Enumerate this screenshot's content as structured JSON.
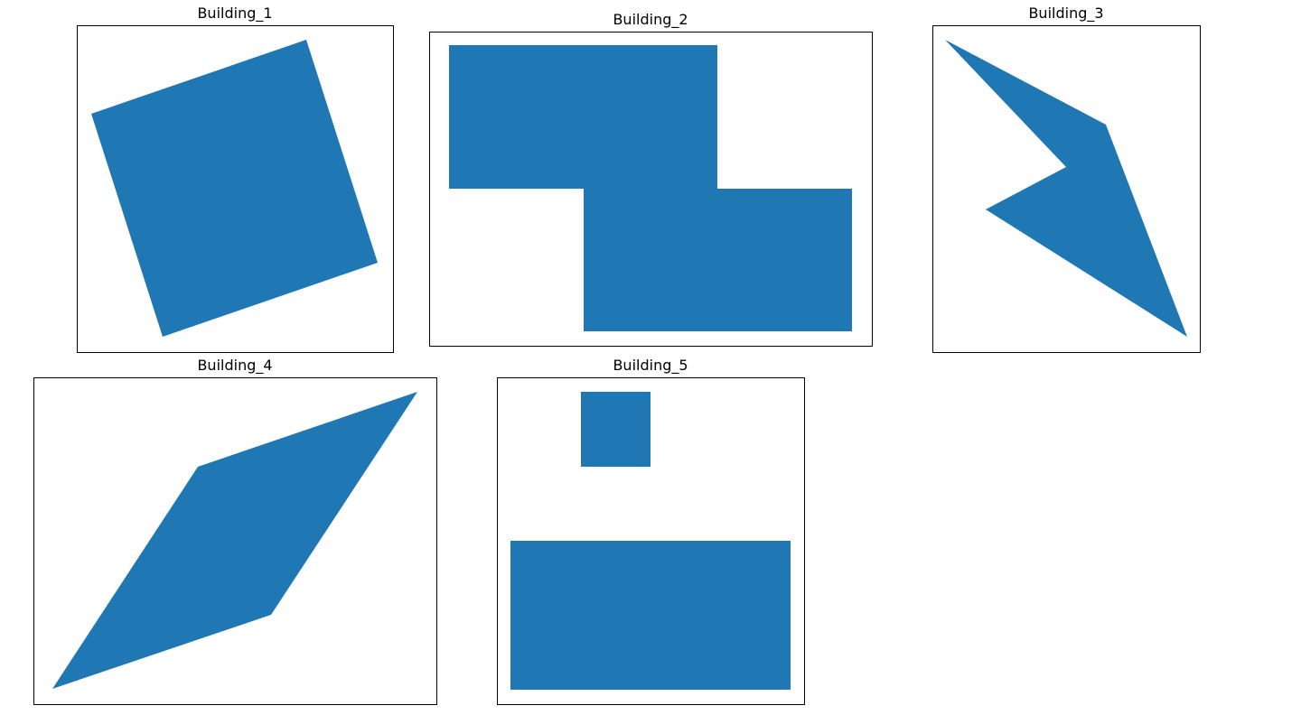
{
  "colors": {
    "fill": "#1f77b4",
    "frame": "#000000",
    "background": "#ffffff"
  },
  "panels": [
    {
      "title": "Building_1"
    },
    {
      "title": "Building_2"
    },
    {
      "title": "Building_3"
    },
    {
      "title": "Building_4"
    },
    {
      "title": "Building_5"
    }
  ]
}
